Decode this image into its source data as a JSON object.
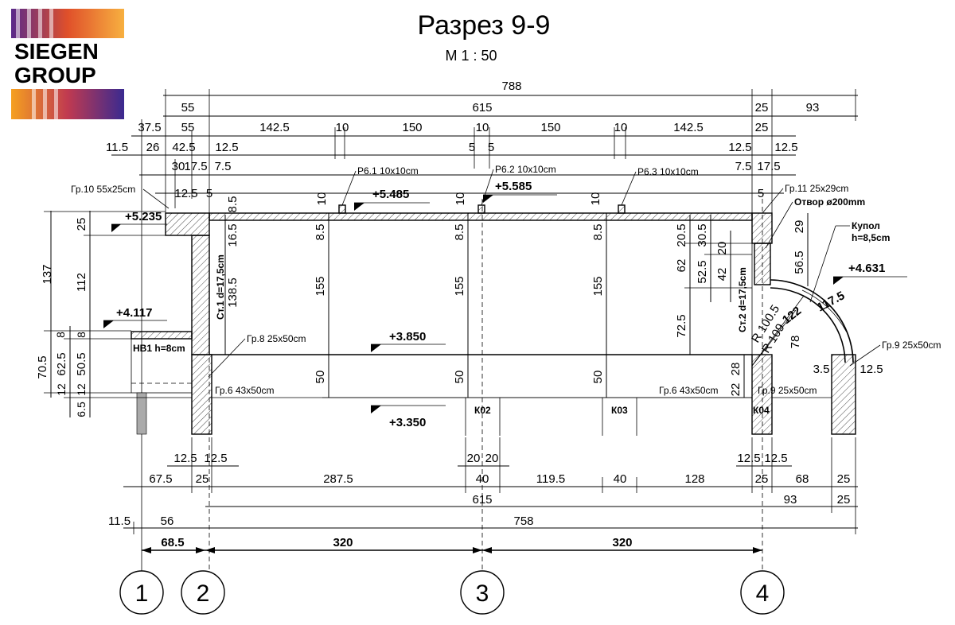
{
  "logo": {
    "line1": "SIEGEN",
    "line2": "GROUP"
  },
  "title": "Разрез 9-9",
  "scale": "М 1 : 50",
  "top_dims": {
    "row1": [
      "788"
    ],
    "row2": [
      "55",
      "615",
      "25",
      "93"
    ],
    "row3": [
      "37.5",
      "55",
      "142.5",
      "10",
      "150",
      "10",
      "150",
      "10",
      "142.5",
      "25"
    ],
    "row4": [
      "11.5",
      "26",
      "42.5",
      "12.5",
      "5",
      "5",
      "12.5",
      "12.5"
    ],
    "row5": [
      "30",
      "17.5",
      "7.5",
      "7.5",
      "17.5"
    ],
    "row6": [
      "12.5",
      "5",
      "10",
      "10",
      "10",
      "5"
    ]
  },
  "left_dims": [
    "137",
    "25",
    "112",
    "8",
    "8",
    "70.5",
    "62.5",
    "50.5",
    "12",
    "12",
    "6.5"
  ],
  "inner_dims": [
    "8.5",
    "16.5",
    "138.5",
    "8.5",
    "155",
    "50",
    "8.5",
    "155",
    "50",
    "8.5",
    "155",
    "50",
    "20.5",
    "30.5",
    "62",
    "52.5",
    "20",
    "42",
    "72.5",
    "29",
    "56.5",
    "28",
    "22",
    "3.5",
    "12.5",
    "78"
  ],
  "levels": {
    "l1": "+5.235",
    "l2": "+5.485",
    "l3": "+5.585",
    "l4": "+4.117",
    "l5": "+3.850",
    "l6": "+3.350",
    "l7": "+4.631"
  },
  "labels": {
    "gr10": "Гр.10",
    "gr10_size": "55x25cm",
    "r61": "Р6.1",
    "r61_size": "10x10cm",
    "r62": "Р6.2",
    "r62_size": "10x10cm",
    "r63": "Р6.3",
    "r63_size": "10x10cm",
    "gr11": "Гр.11",
    "gr11_size": "25x29cm",
    "otvor": "Отвор ø200mm",
    "kupol": "Купол",
    "kupol_h": "h=8,5cm",
    "st1": "Ст.1",
    "st1_d": "d=17,5cm",
    "st2": "Ст.2",
    "st2_d": "d=17,5cm",
    "gr8": "Гр.8",
    "gr8_size": "25x50cm",
    "gr6a": "Гр.6",
    "gr6a_size": "43x50cm",
    "gr6b": "Гр.6",
    "gr6b_size": "43x50cm",
    "gr9a": "Гр.9",
    "gr9a_size": "25x50cm",
    "gr9b": "Гр.9",
    "gr9b_size": "25x50cm",
    "nb1": "НВ1",
    "nb1_h": "h=8cm",
    "k02": "К02",
    "k03": "К03",
    "k04": "К04",
    "r100": "R 100.5",
    "r109": "R 109",
    "d122": "122",
    "d117": "117.5"
  },
  "bottom_dims": {
    "row1": [
      "12.5",
      "12.5",
      "20",
      "20",
      "12.5",
      "12.5"
    ],
    "row2": [
      "67.5",
      "25",
      "287.5",
      "40",
      "119.5",
      "40",
      "128",
      "25",
      "68",
      "25"
    ],
    "row3": [
      "615",
      "93",
      "25"
    ],
    "row4": [
      "11.5",
      "56",
      "758"
    ],
    "row5": [
      "68.5",
      "320",
      "320"
    ]
  },
  "axes": [
    "1",
    "2",
    "3",
    "4"
  ]
}
